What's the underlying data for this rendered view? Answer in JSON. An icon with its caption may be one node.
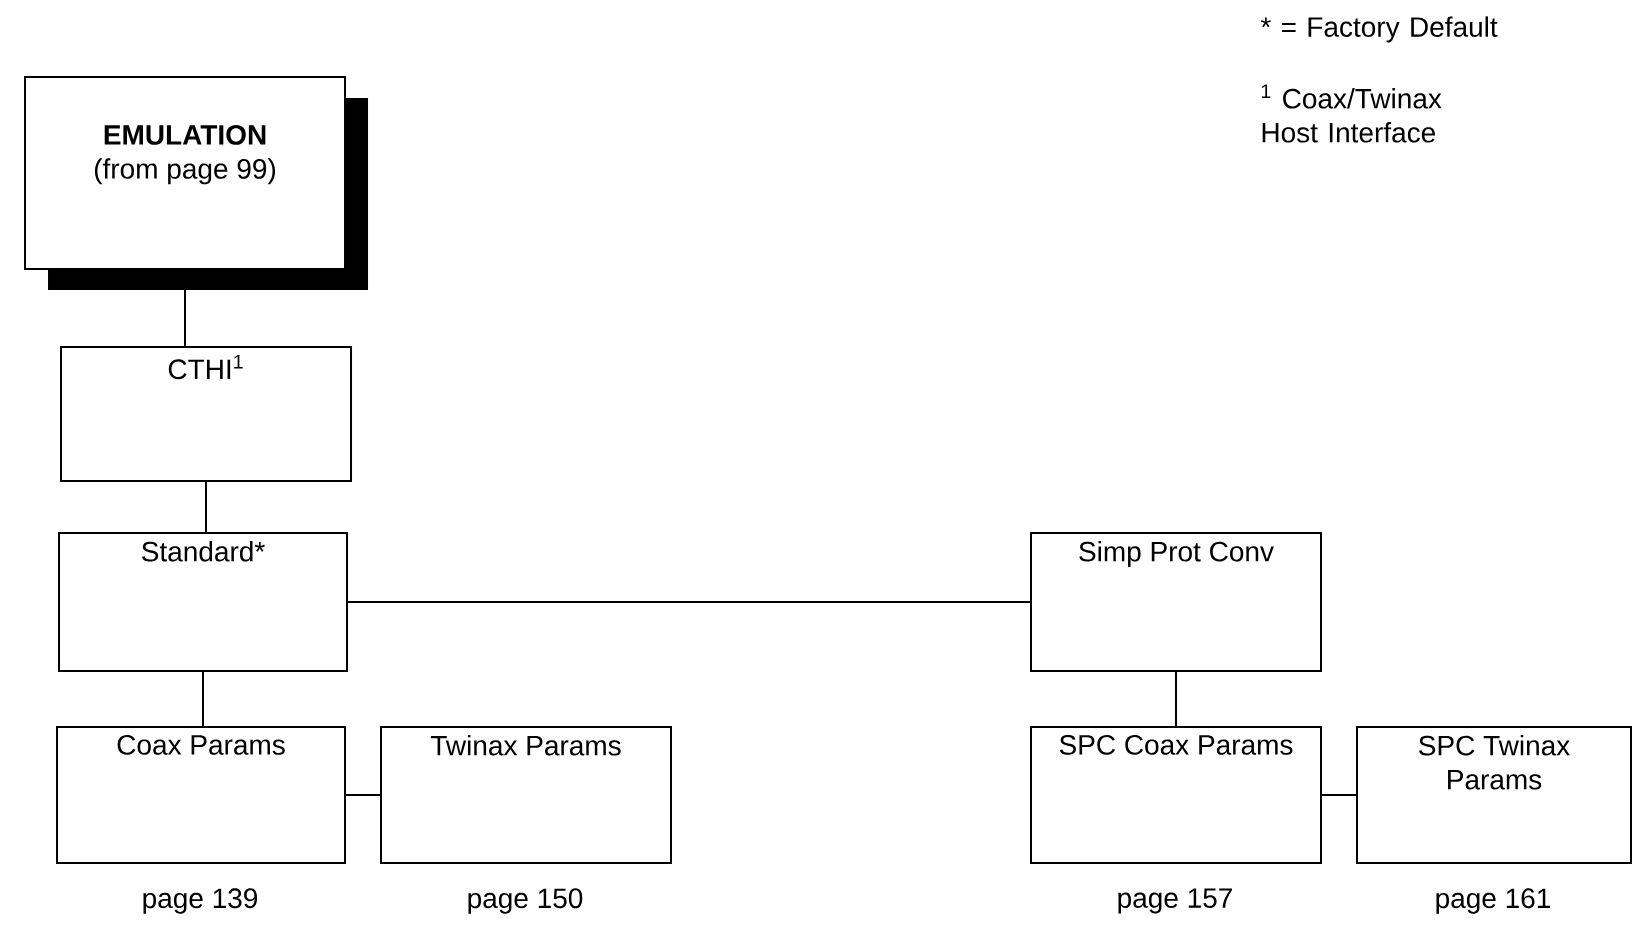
{
  "diagram": {
    "nodes": [
      {
        "text": [
          "EMULATION",
          "(from page 99)"
        ]
      },
      {
        "text": [
          "CTHI$^{1}$"
        ]
      },
      {
        "text": [
          "Standard*"
        ]
      },
      {
        "text": [
          "Simp Prot Conv"
        ]
      },
      {
        "text": [
          "Coax Params"
        ],
        "beside": [
          "page 139"
        ]
      },
      {
        "text": [
          "Twinax Params"
        ],
        "beside": [
          "page 150"
        ]
      },
      {
        "text": [
          "SPC Coax Params"
        ],
        "beside": [
          "page 157"
        ]
      },
      {
        "text": [
          "SPC Twinax Params"
        ],
        "beside": [
          "page 161"
        ]
      }
    ],
    "edges": [
      {
        "from": 0,
        "to": 1,
        "arrow": "none"
      },
      {
        "from": 1,
        "to": 2,
        "arrow": "none"
      },
      {
        "from": 2,
        "to": 3,
        "arrow": "none"
      },
      {
        "from": 2,
        "to": 4,
        "arrow": "none"
      },
      {
        "from": 4,
        "to": 5,
        "arrow": "none"
      },
      {
        "from": 3,
        "to": 6,
        "arrow": "none"
      },
      {
        "from": 6,
        "to": 7,
        "arrow": "none"
      }
    ],
    "labels": [
      "* = Factory Default",
      "$^{1}$ Coax/Twinax Host Interface"
    ]
  }
}
